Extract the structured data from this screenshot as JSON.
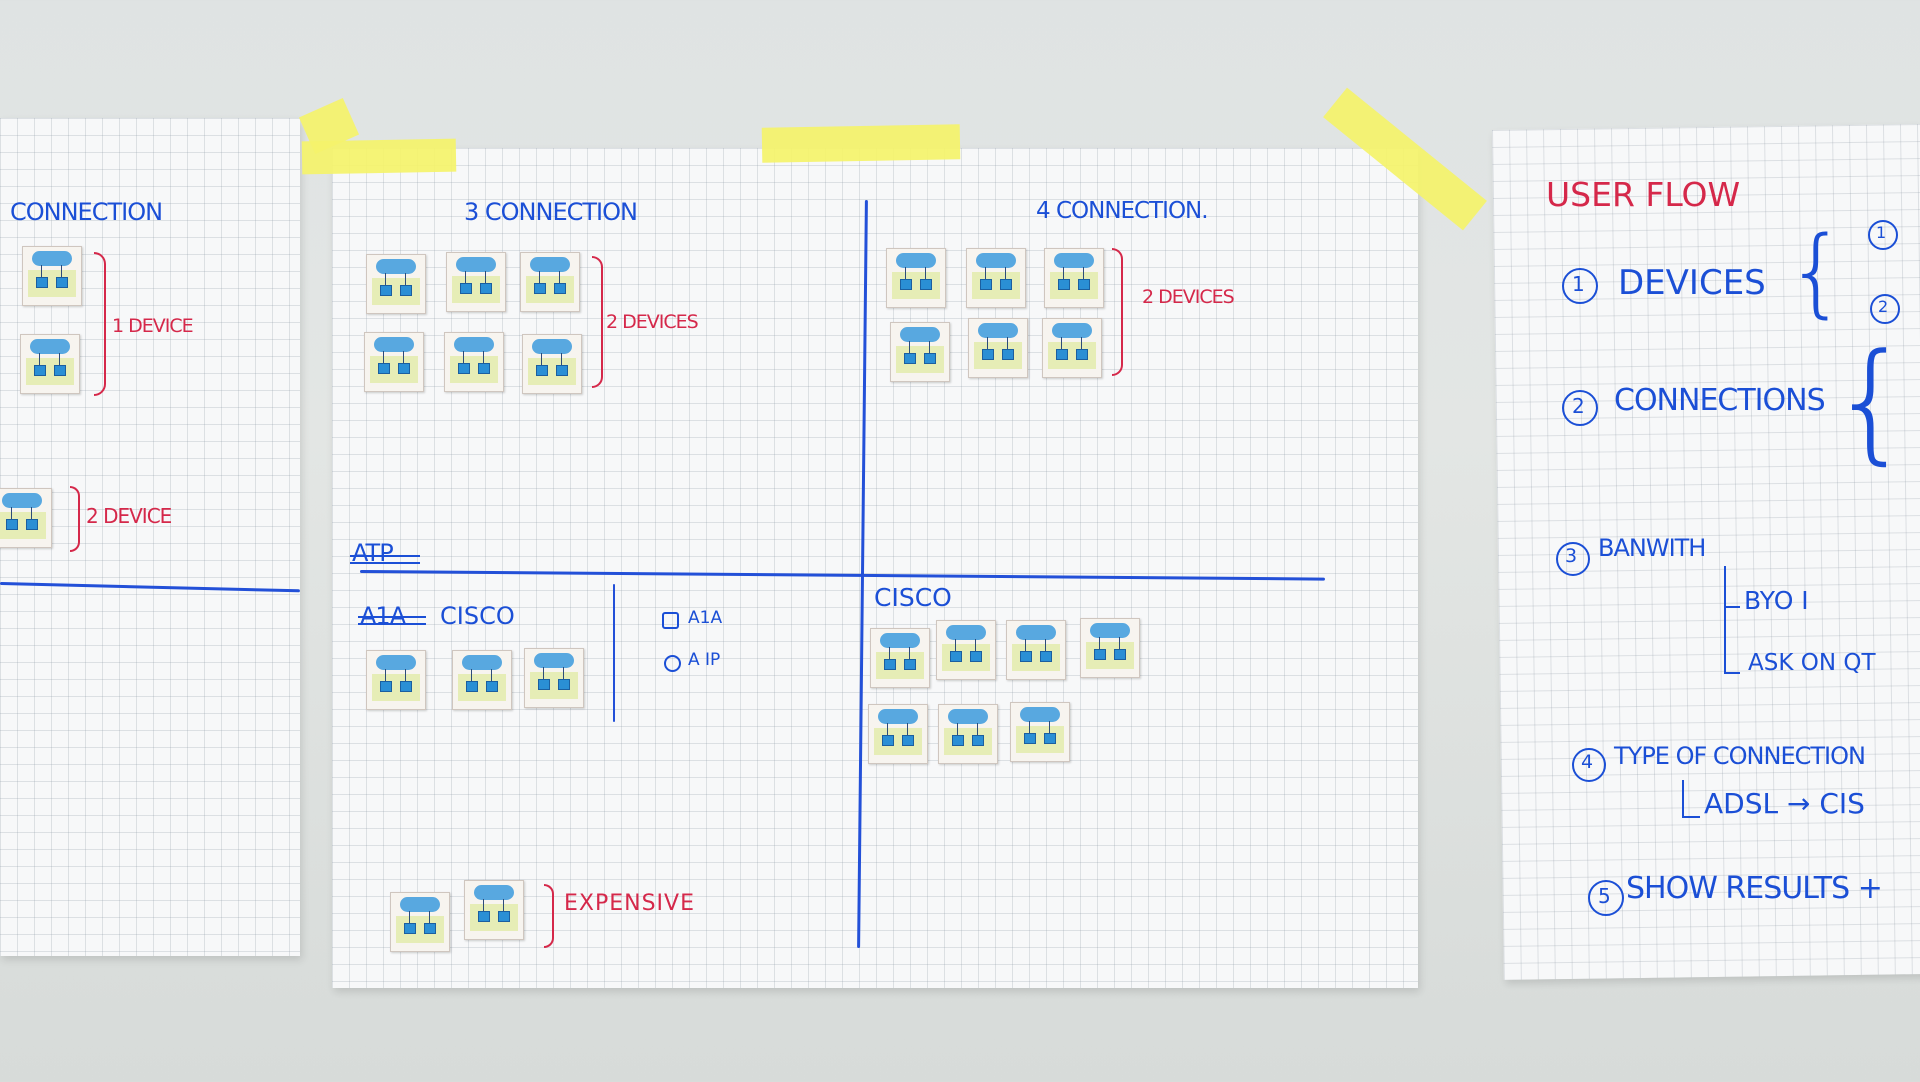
{
  "sheet_left": {
    "title": "CONNECTION",
    "label_1_device": "1 DEVICE",
    "label_2_device": "2 DEVICE"
  },
  "sheet_middle": {
    "title_3": "3 CONNECTION",
    "label_2_devices_3": "2 DEVICES",
    "title_4": "4 CONNECTION.",
    "label_2_devices_4": "2 DEVICES",
    "label_struck_top": "ATP",
    "label_struck_left": "A1A",
    "label_cisco_left": "CISCO",
    "option_a1a": "A1A",
    "option_a_ip": "A IP",
    "label_cisco_right": "CISCO",
    "label_expensive": "EXPENSIVE"
  },
  "sheet_right": {
    "title": "USER FLOW",
    "step1_label": "DEVICES",
    "step1_num": "1",
    "step1_sub1": "1",
    "step1_sub2": "2",
    "step2_label": "CONNECTIONS",
    "step2_num": "2",
    "step3_label": "BANWITH",
    "step3_num": "3",
    "step3_opt1": "BYO I",
    "step3_opt2": "ASK ON QT",
    "step4_label": "TYPE OF CONNECTION",
    "step4_num": "4",
    "step4_sub": "ADSL → CIS",
    "step5_label": "SHOW RESULTS +",
    "step5_num": "5"
  },
  "colors": {
    "ink_blue": "#1b4fd6",
    "ink_red": "#d5284a",
    "tape_yellow": "#f4f36c",
    "paper": "#f7f8f9",
    "wall": "#dfe3e3"
  }
}
